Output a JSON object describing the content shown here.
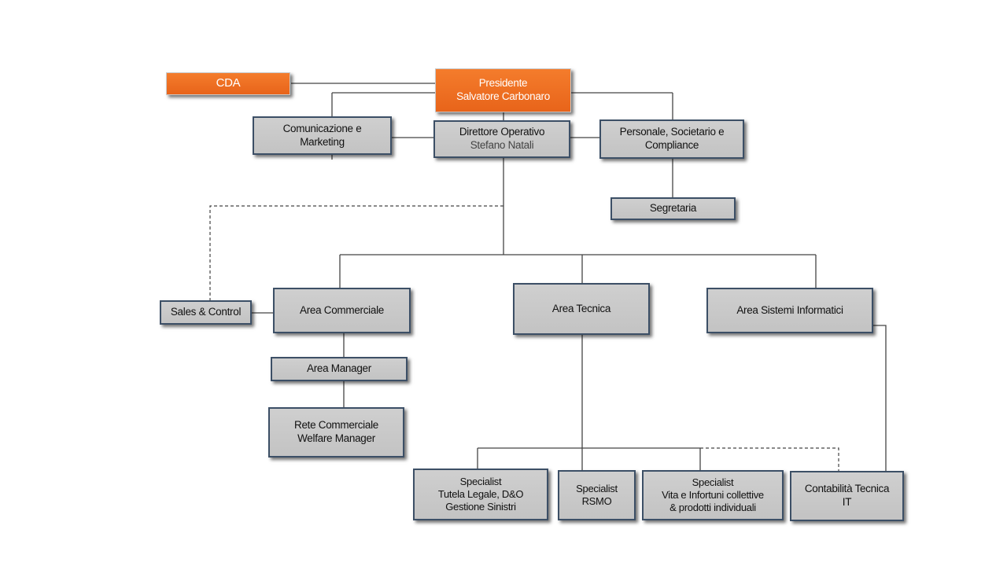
{
  "colors": {
    "accent": "#ef6c1f",
    "box_fill": "#c8c8c8",
    "box_border": "#3c4f66",
    "line": "#444444"
  },
  "nodes": {
    "cda": {
      "label": "CDA"
    },
    "presidente": {
      "title": "Presidente",
      "name": "Salvatore Carbonaro"
    },
    "comunicazione": {
      "line1": "Comunicazione e",
      "line2": "Marketing"
    },
    "direttore": {
      "title": "Direttore Operativo",
      "name": "Stefano Natali"
    },
    "personale": {
      "line1": "Personale, Societario e",
      "line2": "Compliance"
    },
    "segretaria": {
      "label": "Segretaria"
    },
    "sales": {
      "label": "Sales & Control"
    },
    "area_commerciale": {
      "label": "Area Commerciale"
    },
    "area_tecnica": {
      "label": "Area Tecnica"
    },
    "area_si": {
      "label": "Area Sistemi Informatici"
    },
    "area_manager": {
      "label": "Area Manager"
    },
    "rete": {
      "line1": "Rete Commerciale",
      "line2": "Welfare Manager"
    },
    "spec_tutela": {
      "line1": "Specialist",
      "line2": "Tutela Legale, D&O",
      "line3": "Gestione Sinistri"
    },
    "spec_rsmo": {
      "line1": "Specialist",
      "line2": "RSMO"
    },
    "spec_vita": {
      "line1": "Specialist",
      "line2": "Vita e Infortuni collettive",
      "line3": "& prodotti individuali"
    },
    "contabilita": {
      "line1": "Contabilità Tecnica",
      "line2": "IT"
    }
  }
}
